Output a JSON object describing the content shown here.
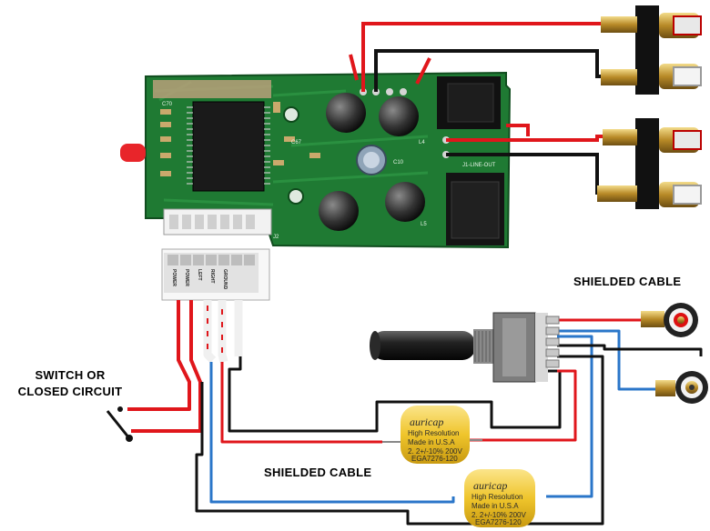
{
  "labels": {
    "switch": "SWITCH OR\nCLOSED CIRCUIT",
    "shielded_top": "SHIELDED CABLE",
    "shielded_mid": "SHIELDED CABLE"
  },
  "connector_pins": [
    "POWER",
    "POWER",
    "LEFT",
    "RIGHT",
    "GROUND"
  ],
  "board_silk": {
    "line_out": "J1-LINE-OUT",
    "c10": "C10",
    "c67": "C67",
    "l4": "L4",
    "l5": "L5",
    "j2": "J2",
    "c70": "C70"
  },
  "capacitors": [
    {
      "brand": "auricap",
      "line1": "High Resolution",
      "line2": "Made in U.S.A",
      "line3": "2. 2+/-10% 200V",
      "line4": "EGA7276-120"
    },
    {
      "brand": "auricap",
      "line1": "High Resolution",
      "line2": "Made in U.S.A",
      "line3": "2. 2+/-10% 200V",
      "line4": "EGA7276-120"
    }
  ],
  "colors": {
    "pcb": "#1f7a33",
    "wire_red": "#e0161b",
    "wire_black": "#111111",
    "wire_blue": "#2a76c9",
    "cap_yellow": "#f2cf3a",
    "gold": "#c9a13a"
  }
}
